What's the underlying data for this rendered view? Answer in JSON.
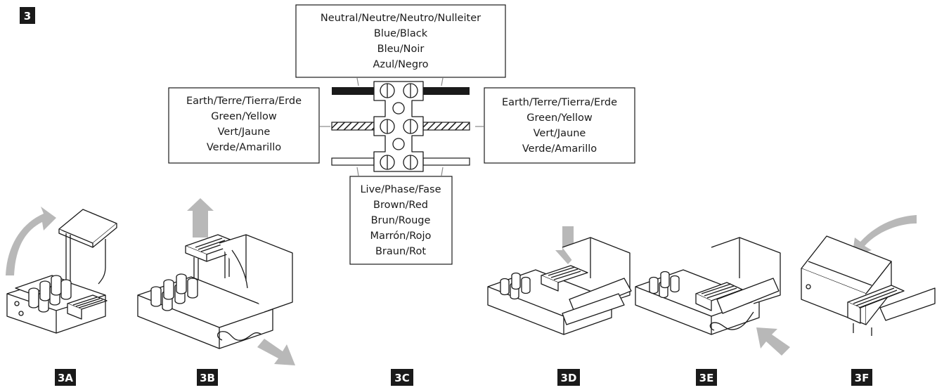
{
  "page": {
    "section_number": "3"
  },
  "wiring": {
    "neutral": [
      "Neutral/Neutre/Neutro/Nulleiter",
      "Blue/Black",
      "Bleu/Noir",
      "Azul/Negro"
    ],
    "earth_left": [
      "Earth/Terre/Tierra/Erde",
      "Green/Yellow",
      "Vert/Jaune",
      "Verde/Amarillo"
    ],
    "earth_right": [
      "Earth/Terre/Tierra/Erde",
      "Green/Yellow",
      "Vert/Jaune",
      "Verde/Amarillo"
    ],
    "live": [
      "Live/Phase/Fase",
      "Brown/Red",
      "Brun/Rouge",
      "Marrón/Rojo",
      "Braun/Rot"
    ]
  },
  "steps": [
    "3A",
    "3B",
    "3C",
    "3D",
    "3E",
    "3F"
  ],
  "colors": {
    "arrow": "#b8b8b8",
    "line": "#1a1a1a",
    "label_bg": "#1a1a1a",
    "label_text": "#ffffff"
  }
}
